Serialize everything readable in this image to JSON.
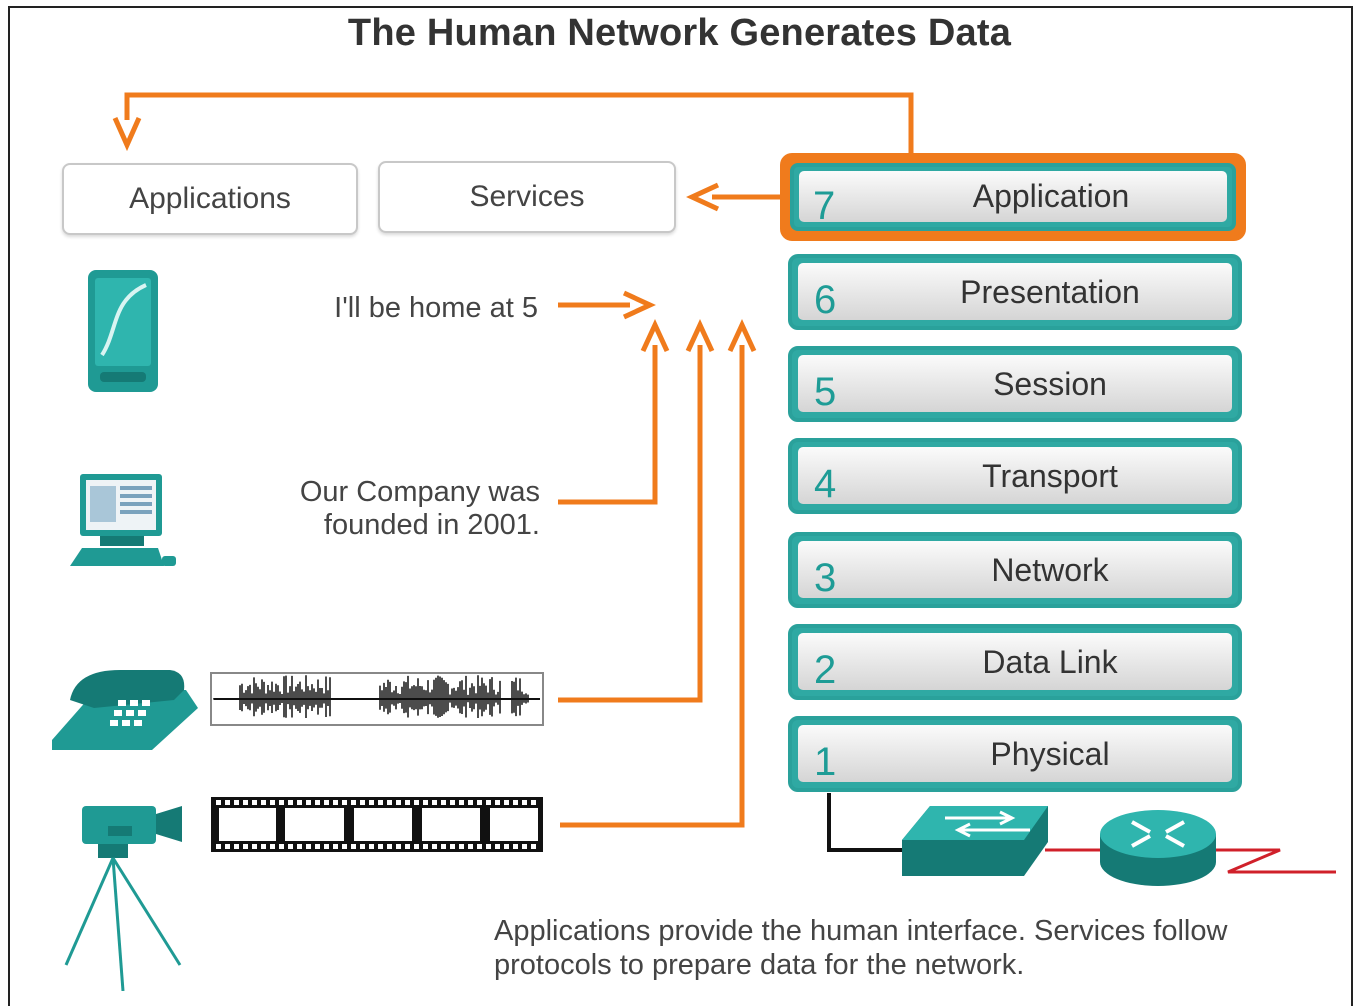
{
  "title": "The Human Network Generates Data",
  "boxes": {
    "applications": "Applications",
    "services": "Services"
  },
  "layers": [
    {
      "num": "7",
      "name": "Application"
    },
    {
      "num": "6",
      "name": "Presentation"
    },
    {
      "num": "5",
      "name": "Session"
    },
    {
      "num": "4",
      "name": "Transport"
    },
    {
      "num": "3",
      "name": "Network"
    },
    {
      "num": "2",
      "name": "Data Link"
    },
    {
      "num": "1",
      "name": "Physical"
    }
  ],
  "messages": {
    "text1": "I'll be home at 5",
    "text2_line1": "Our Company was",
    "text2_line2": "founded in 2001."
  },
  "caption": {
    "line1": "Applications provide the human interface. Services follow",
    "line2": "protocols to prepare data for the network."
  },
  "colors": {
    "arrow": "#f07b1c",
    "teal": "#2aa19b",
    "device": "#1f9a94",
    "wire_red": "#d0202a"
  },
  "icons": [
    "pda-icon",
    "computer-icon",
    "telephone-icon",
    "audio-waveform",
    "video-camera-icon",
    "film-strip",
    "switch-icon",
    "router-icon"
  ]
}
